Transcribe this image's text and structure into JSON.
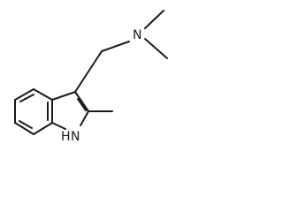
{
  "molecule": {
    "atoms": {
      "amine_nitrogen": "N",
      "indole_nitrogen": "N",
      "indole_hydrogen": "H"
    }
  }
}
